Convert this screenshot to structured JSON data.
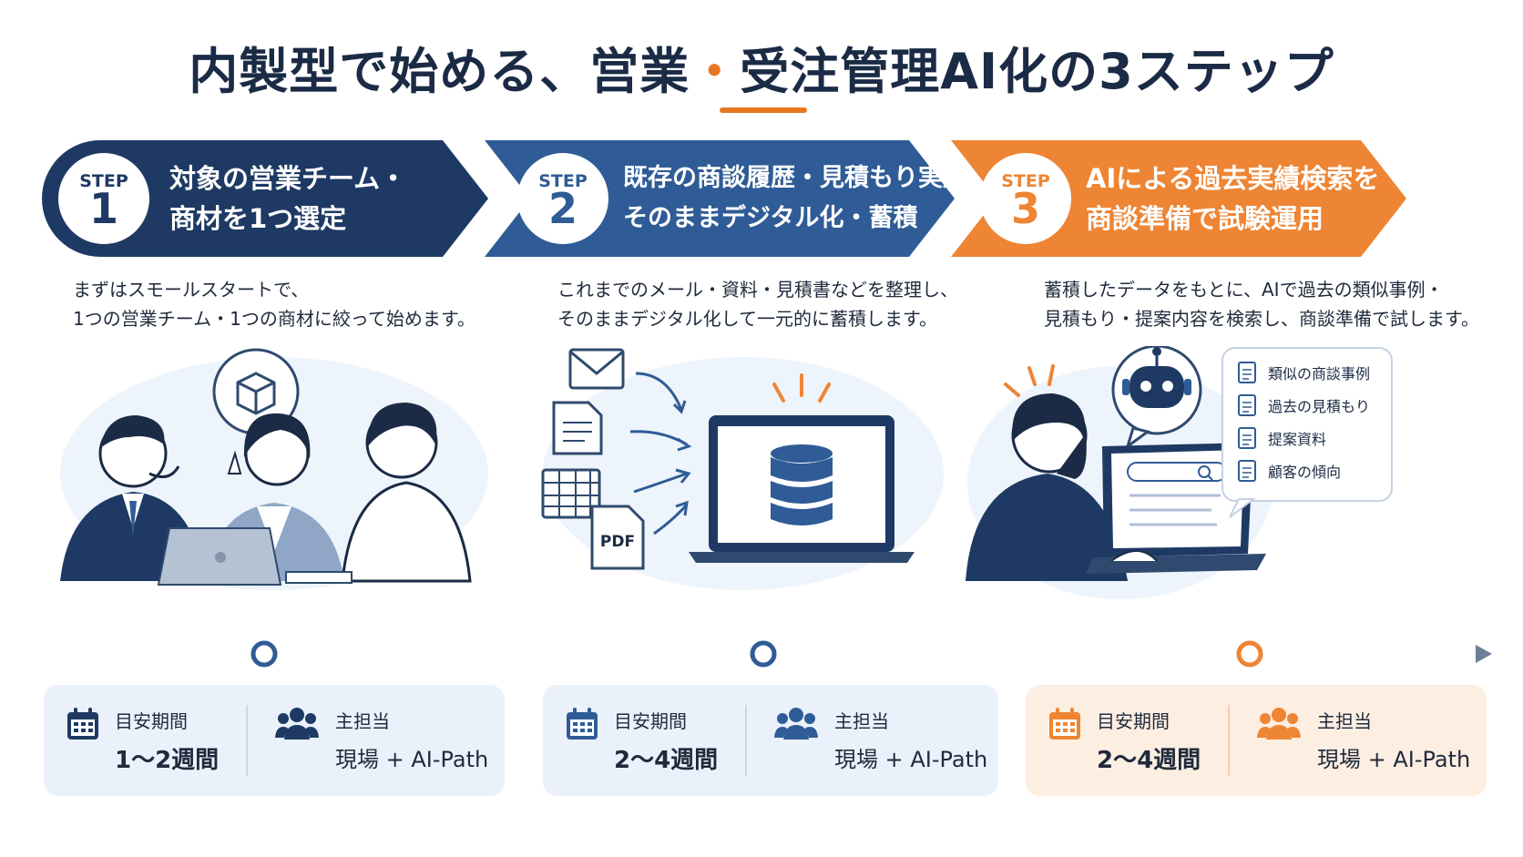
{
  "title": {
    "prefix": "内製型で始める、営業",
    "dot": "・",
    "suffix": "受注管理AI化の3ステップ"
  },
  "steps": [
    {
      "step_word": "STEP",
      "number": "1",
      "title_line1": "対象の営業チーム・",
      "title_line2": "商材を1つ選定",
      "desc_line1": "まずはスモールスタートで、",
      "desc_line2": "1つの営業チーム・1つの商材に絞って始めます。",
      "period_label": "目安期間",
      "period_value": "1～2週間",
      "owner_label": "主担当",
      "owner_value": "現場 + AI-Path"
    },
    {
      "step_word": "STEP",
      "number": "2",
      "title_line1": "既存の商談履歴・見積もり実績を",
      "title_line2": "そのままデジタル化・蓄積",
      "desc_line1": "これまでのメール・資料・見積書などを整理し、",
      "desc_line2": "そのままデジタル化して一元的に蓄積します。",
      "period_label": "目安期間",
      "period_value": "2～4週間",
      "owner_label": "主担当",
      "owner_value": "現場 + AI-Path",
      "pdf_label": "PDF"
    },
    {
      "step_word": "STEP",
      "number": "3",
      "title_line1": "AIによる過去実績検索を",
      "title_line2": "商談準備で試験運用",
      "desc_line1": "蓄積したデータをもとに、AIで過去の類似事例・",
      "desc_line2": "見積もり・提案内容を検索し、商談準備で試します。",
      "period_label": "目安期間",
      "period_value": "2～4週間",
      "owner_label": "主担当",
      "owner_value": "現場 + AI-Path",
      "results": [
        "類似の商談事例",
        "過去の見積もり",
        "提案資料",
        "顧客の傾向"
      ]
    }
  ],
  "colors": {
    "navy": "#1e3a64",
    "blue": "#2f5c96",
    "orange": "#ee8534",
    "title": "#1b2b45"
  }
}
